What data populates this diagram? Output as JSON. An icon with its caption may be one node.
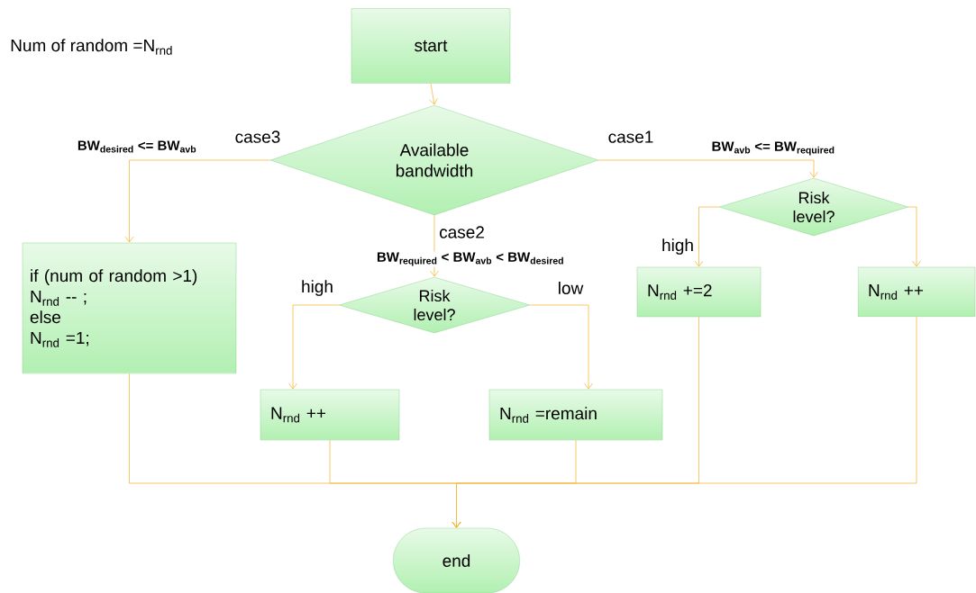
{
  "diagram": {
    "nodes": [
      {
        "text": [
          "start"
        ]
      },
      {
        "text": [
          "Available bandwidth"
        ]
      },
      {
        "text": [
          "Risk level?"
        ]
      },
      {
        "text": [
          "Risk level?"
        ]
      },
      {
        "text": [
          "if (num of random >1)",
          "N$_{rnd}$ -- ;",
          "else",
          "N$_{rnd}$ =1;"
        ]
      },
      {
        "text": [
          "N$_{rnd}$ +=2"
        ]
      },
      {
        "text": [
          "N$_{rnd}$ ++"
        ]
      },
      {
        "text": [
          "N$_{rnd}$ ++"
        ]
      },
      {
        "text": [
          "N$_{rnd}$ =remain"
        ]
      },
      {
        "text": [
          "end"
        ]
      }
    ],
    "edges": [
      {
        "from": 0,
        "to": 1,
        "arrow": "to"
      },
      {
        "from": 1,
        "to": 4,
        "arrow": "to",
        "label": "case3"
      },
      {
        "from": 1,
        "to": 2,
        "arrow": "to",
        "label": "case1"
      },
      {
        "from": 1,
        "to": 3,
        "arrow": "to",
        "label": "case2"
      },
      {
        "from": 3,
        "to": 7,
        "arrow": "to",
        "label": "high"
      },
      {
        "from": 3,
        "to": 8,
        "arrow": "to",
        "label": "low"
      },
      {
        "from": 2,
        "to": 5,
        "arrow": "to",
        "label": "high"
      },
      {
        "from": 2,
        "to": 6,
        "arrow": "to"
      },
      {
        "from": 4,
        "to": 9,
        "arrow": "to"
      },
      {
        "from": 7,
        "to": 9,
        "arrow": "to"
      },
      {
        "from": 8,
        "to": 9,
        "arrow": "to"
      },
      {
        "from": 5,
        "to": 9,
        "arrow": "to"
      },
      {
        "from": 6,
        "to": 9,
        "arrow": "to"
      }
    ],
    "labels": [
      "Num of random =N$_{rnd}$",
      "BW$_{desired}$ <= BW$_{avb}$",
      "BW$_{avb}$ <= BW$_{required}$",
      "BW$_{required}$ < BW$_{avb}$ < BW$_{desired}$"
    ]
  }
}
